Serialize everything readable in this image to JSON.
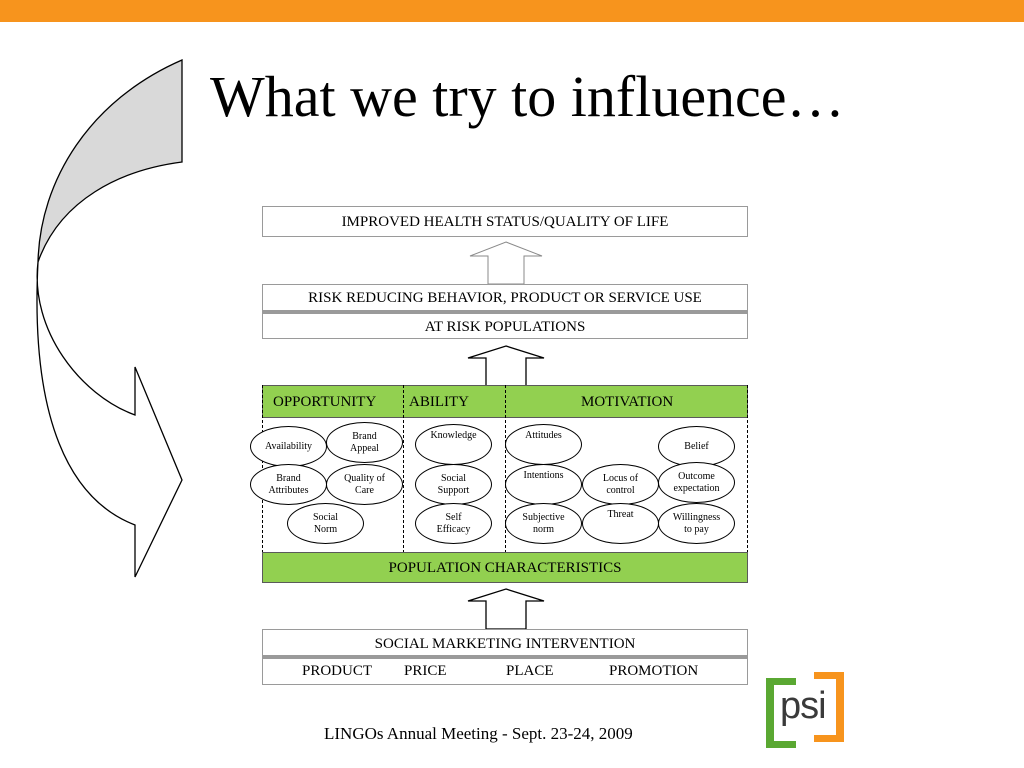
{
  "slide": {
    "title": "What we try to influence…",
    "footer": "LINGOs Annual Meeting - Sept. 23-24, 2009"
  },
  "logo": {
    "text": "psi"
  },
  "diagram": {
    "improved_health": "IMPROVED HEALTH STATUS/QUALITY OF LIFE",
    "risk_reducing": "RISK REDUCING BEHAVIOR, PRODUCT OR SERVICE USE",
    "at_risk": "AT RISK POPULATIONS",
    "headers": {
      "opportunity": "OPPORTUNITY",
      "ability": "ABILITY",
      "motivation": "MOTIVATION"
    },
    "opportunity_factors": [
      [
        "Availability"
      ],
      [
        "Brand",
        "Appeal"
      ],
      [
        "Brand",
        "Attributes"
      ],
      [
        "Quality of",
        "Care"
      ],
      [
        "Social",
        "Norm"
      ]
    ],
    "ability_factors": [
      [
        "Knowledge"
      ],
      [
        "Social",
        "Support"
      ],
      [
        "Self",
        "Efficacy"
      ]
    ],
    "motivation_factors": [
      [
        "Attitudes"
      ],
      [
        "Belief"
      ],
      [
        "Intentions"
      ],
      [
        "Locus of",
        "control"
      ],
      [
        "Outcome",
        "expectation"
      ],
      [
        "Subjective",
        "norm"
      ],
      [
        "Threat"
      ],
      [
        "Willingness",
        "to pay"
      ]
    ],
    "population_characteristics": "POPULATION CHARACTERISTICS",
    "intervention": "SOCIAL MARKETING INTERVENTION",
    "four_ps": [
      "PRODUCT",
      "PRICE",
      "PLACE",
      "PROMOTION"
    ]
  }
}
